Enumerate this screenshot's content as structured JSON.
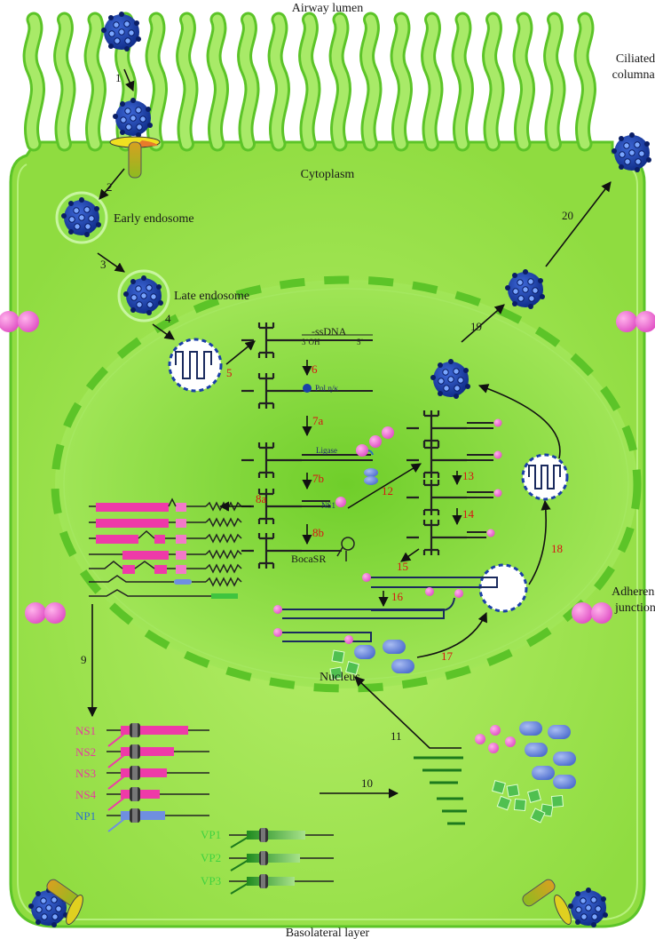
{
  "labels": {
    "airway_lumen": "Airway lumen",
    "ciliated_1": "Ciliated",
    "ciliated_2": "columnar",
    "cytoplasm": "Cytoplasm",
    "early_endosome": "Early endosome",
    "late_endosome": "Late endosome",
    "ssdna": "-ssDNA",
    "end3": "3’OH",
    "end5": "5’",
    "pol": "Pol η/κ",
    "ligase": "Ligase",
    "ns1_small": "NS1",
    "bocasr": "BocaSR",
    "nucleus": "Nucleus",
    "adherens_1": "Adherens",
    "adherens_2": "junction",
    "basolateral": "Basolateral layer"
  },
  "steps": {
    "s1": "1",
    "s2": "2",
    "s3": "3",
    "s4": "4",
    "s5": "5",
    "s6": "6",
    "s7a": "7a",
    "s7b": "7b",
    "s8a": "8a",
    "s8b": "8b",
    "s9": "9",
    "s10": "10",
    "s11": "11",
    "s12": "12",
    "s13": "13",
    "s14": "14",
    "s15": "15",
    "s16": "16",
    "s17": "17",
    "s18": "18",
    "s19": "19",
    "s20": "20"
  },
  "proteins": {
    "ns1": "NS1",
    "ns2": "NS2",
    "ns3": "NS3",
    "ns4": "NS4",
    "np1": "NP1",
    "vp1": "VP1",
    "vp2": "VP2",
    "vp3": "VP3"
  },
  "colors": {
    "cell_fill": "#98e24a",
    "nucleus_fill": "#8ad83a",
    "membrane": "#6fcf2f",
    "virion": "#1a3fa8",
    "junction": "#e880d8",
    "transcript_pink": "#ee3aa8",
    "capsid_blue": "#6f8fe0",
    "vp_green": "#1d7a1d",
    "step_red": "#d81414"
  }
}
